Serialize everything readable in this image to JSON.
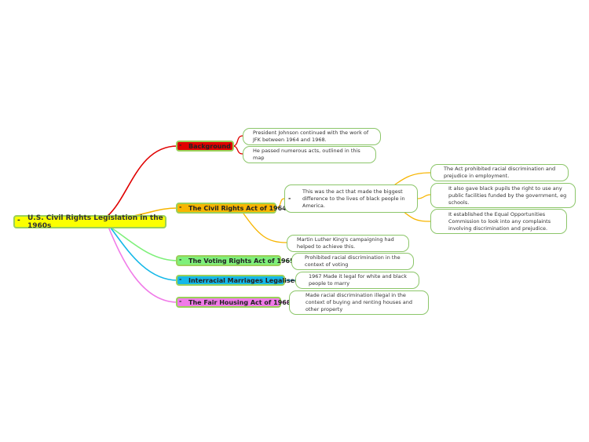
{
  "root": {
    "label": "U.S. Civil Rights Legislation in the 1960s",
    "collapse": "-"
  },
  "branches": [
    {
      "label": "Background",
      "color": "#e00000",
      "collapse": "-",
      "children": [
        "President Johnson continued with the work of JFK between 1964 and 1968.",
        "He passed numerous acts, outlined in this map"
      ]
    },
    {
      "label": "The Civil Rights Act of 1964",
      "color": "#f7b500",
      "collapse": "-",
      "children": [
        "This was the act that made the biggest difference to the lives of black people in America.",
        "Martin Luther King's campaigning had helped to achieve this."
      ],
      "grandchildren": [
        "The Act prohibited racial discrimination and prejudice in employment.",
        "It also gave black pupils the right to use any public facilities funded by the government, eg schools.",
        "It established the Equal Opportunities Commission to look into any complaints involving discrimination and prejudice."
      ],
      "grandchild_collapse": "-"
    },
    {
      "label": "The Voting Rights Act of 1965",
      "color": "#7ef07a",
      "collapse": "-",
      "children": [
        "Prohibited racial discrimination in the context of voting"
      ]
    },
    {
      "label": "Interracial Marriages Legalised",
      "color": "#14b8e8",
      "collapse": "-",
      "children": [
        "1967 Made it legal for white and black people to marry"
      ]
    },
    {
      "label": "The Fair Housing Act of 1968",
      "color": "#f07ae8",
      "collapse": "-",
      "children": [
        "Made racial discrimination illegal in the context of buying and renting houses and other property"
      ]
    }
  ]
}
